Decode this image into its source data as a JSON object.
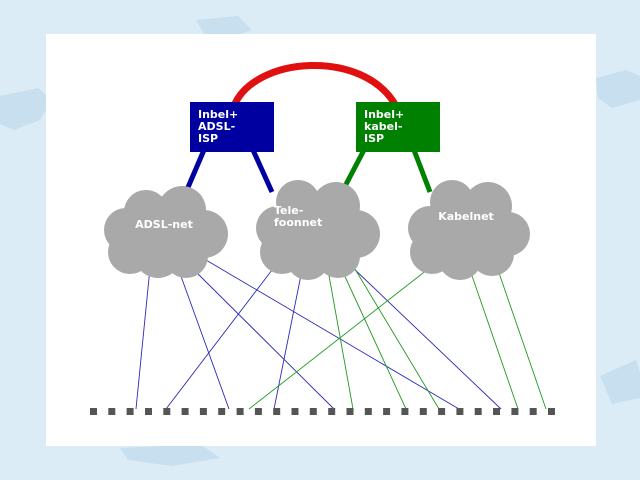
{
  "colors": {
    "page_background": "#dcecf6",
    "map_shape": "#c7dfee",
    "panel": "#ffffff",
    "adsl_isp": "#0000a0",
    "kabel_isp": "#008000",
    "link_arc": "#e01010",
    "cloud": "#a9a9a9",
    "adsl_line": "#2a2ab8",
    "kabel_line": "#1f9a1f",
    "port": "#555555"
  },
  "nodes": {
    "adsl_isp": {
      "lines": [
        "Inbel+",
        "ADSL-",
        "ISP"
      ]
    },
    "kabel_isp": {
      "lines": [
        "Inbel+",
        "kabel-",
        "ISP"
      ]
    }
  },
  "clouds": {
    "adsl_net": {
      "lines": [
        "ADSL-net"
      ]
    },
    "telefoonnet": {
      "lines": [
        "Tele-",
        "foonnet"
      ]
    },
    "kabelnet": {
      "lines": [
        "Kabelnet"
      ]
    }
  },
  "ports": {
    "count": 26
  }
}
